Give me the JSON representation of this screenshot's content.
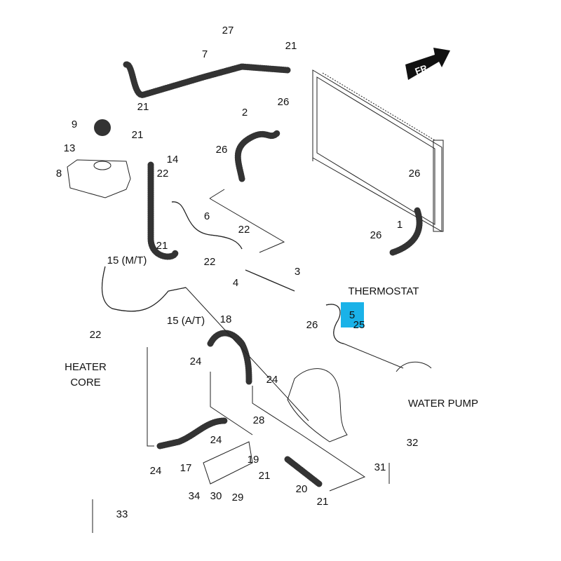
{
  "diagram": {
    "highlight_color": "#1ab2e8",
    "direction_badge": "FR",
    "labels": [
      "27",
      "21",
      "7",
      "21",
      "9",
      "21",
      "13",
      "14",
      "8",
      "2",
      "26",
      "26",
      "22",
      "26",
      "6",
      "22",
      "1",
      "26",
      "21",
      "15 (M/T)",
      "22",
      "3",
      "4",
      "THERMOSTAT",
      "26",
      "5",
      "25",
      "15 (A/T)",
      "18",
      "22",
      "HEATER",
      "CORE",
      "24",
      "24",
      "WATER PUMP",
      "28",
      "24",
      "32",
      "19",
      "31",
      "24",
      "17",
      "21",
      "20",
      "34",
      "30",
      "29",
      "21",
      "33"
    ]
  }
}
